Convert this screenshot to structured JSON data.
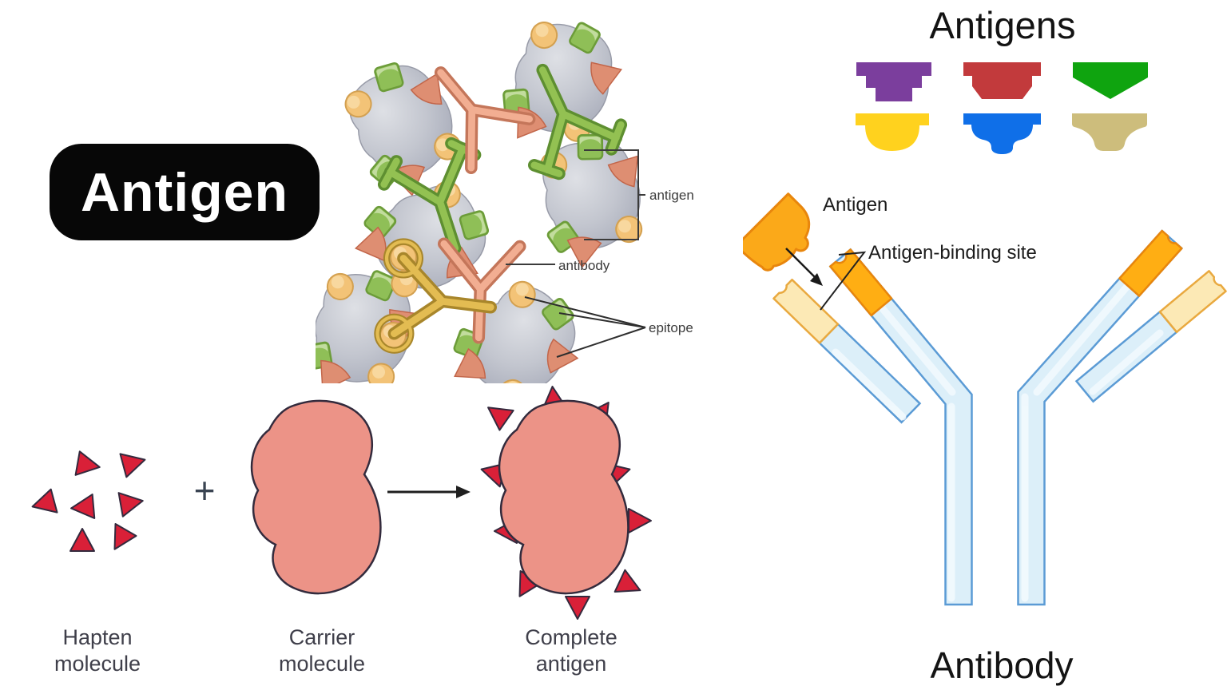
{
  "title_badge": {
    "label": "Antigen"
  },
  "complex_diagram": {
    "antigen_label": "antigen",
    "antibody_label": "antibody",
    "epitope_label": "epitope",
    "colors": {
      "blob_gray": "#BCC0CA",
      "epitope_orange": "#F3C377",
      "epitope_green": "#8FBF57",
      "epitope_salmon": "#DE8E72",
      "antibody_green": "#93C152",
      "antibody_salmon": "#F2AE92",
      "antibody_yellow": "#E3BC52"
    }
  },
  "antigens_panel": {
    "title": "Antigens",
    "shapes": [
      {
        "name": "purple-antigen",
        "color": "#7B3E9D"
      },
      {
        "name": "red-antigen",
        "color": "#C23A3C"
      },
      {
        "name": "green-antigen",
        "color": "#0FA40F"
      },
      {
        "name": "yellow-antigen",
        "color": "#FFD21E"
      },
      {
        "name": "blue-antigen",
        "color": "#0F6FE8"
      },
      {
        "name": "tan-antigen",
        "color": "#CDBD7C"
      }
    ]
  },
  "antibody_diagram": {
    "antigen_label": "Antigen",
    "binding_site_label": "Antigen-binding site",
    "antibody_label": "Antibody",
    "colors": {
      "antigen_orange": "#FBA919",
      "heavy_tip_orange": "#FFAE13",
      "light_tip_cream": "#FCE9B5",
      "chain_blue_fill": "#DCEFF9",
      "chain_blue_outline": "#5B9BD5"
    }
  },
  "hapten_diagram": {
    "plus_sign": "+",
    "hapten_label": [
      "Hapten",
      "molecule"
    ],
    "carrier_label": [
      "Carrier",
      "molecule"
    ],
    "complete_label": [
      "Complete",
      "antigen"
    ],
    "colors": {
      "hapten_red": "#D92038",
      "carrier_pink": "#EC9387"
    }
  }
}
